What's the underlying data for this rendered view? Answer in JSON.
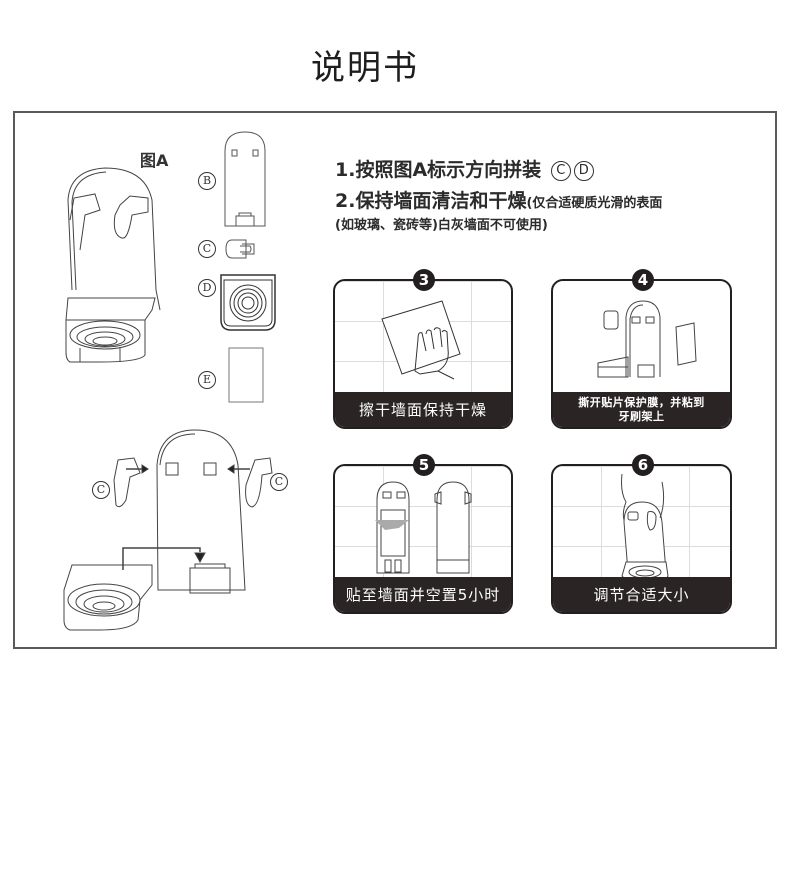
{
  "title": "说明书",
  "figure_label": "图A",
  "instructions": {
    "line1": "1.按照图A标示方向拼装",
    "line1_parts": [
      "C",
      "D"
    ],
    "line2_main": "2.保持墙面清洁和干燥",
    "line2_note": "(仅合适硬质光滑的表面",
    "line3": "(如玻璃、瓷砖等)白灰墙面不可使用)"
  },
  "parts": [
    {
      "id": "B",
      "name": "back-plate"
    },
    {
      "id": "C",
      "name": "holder-clip"
    },
    {
      "id": "D",
      "name": "cup-tray"
    },
    {
      "id": "E",
      "name": "adhesive-pad"
    }
  ],
  "assembly": {
    "left_clip_label": "C",
    "right_clip_label": "C"
  },
  "steps": [
    {
      "number": "3",
      "label": "擦干墙面保持干燥"
    },
    {
      "number": "4",
      "label_line1": "撕开贴片保护膜，并粘到",
      "label_line2": "牙刷架上"
    },
    {
      "number": "5",
      "label": "贴至墙面并空置5小时"
    },
    {
      "number": "6",
      "label": "调节合适大小"
    }
  ]
}
